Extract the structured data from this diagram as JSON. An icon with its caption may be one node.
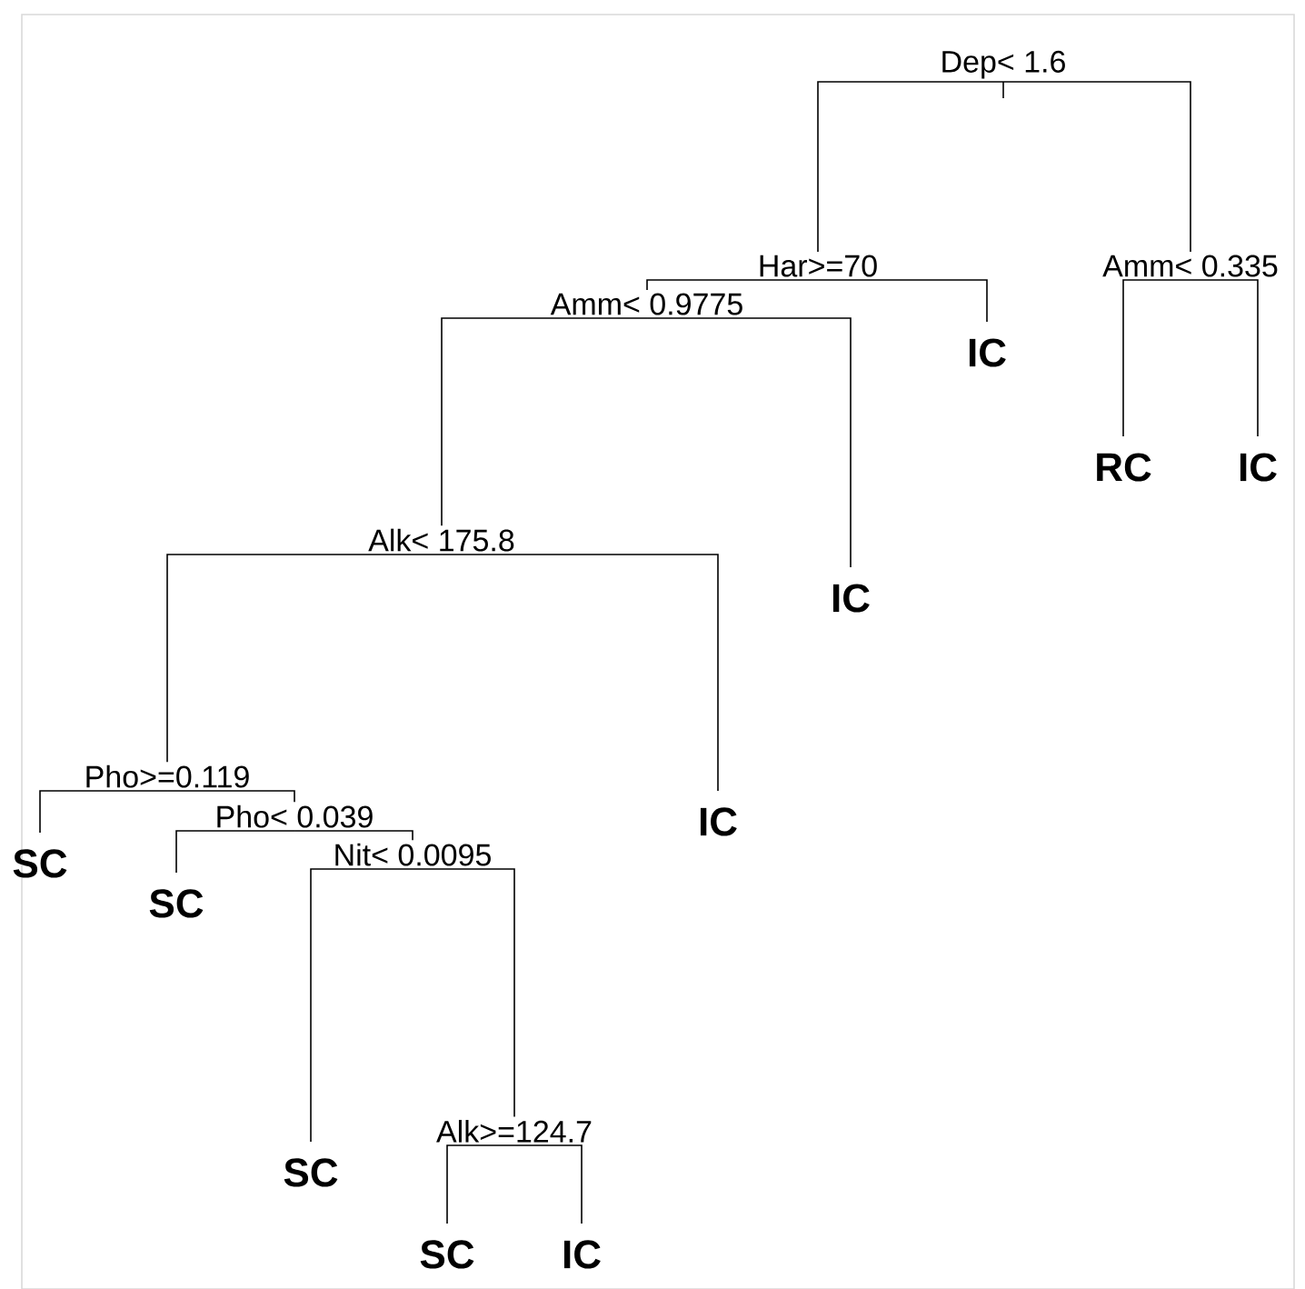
{
  "diagram": {
    "nodes": [
      {
        "text": [
          "Dep< 1.6"
        ]
      },
      {
        "text": [
          "Har>=70"
        ]
      },
      {
        "text": [
          "Amm< 0.9775"
        ]
      },
      {
        "text": [
          "Alk< 175.8"
        ]
      },
      {
        "text": [
          "Pho>=0.119"
        ]
      },
      {
        "text": [
          "SC"
        ]
      },
      {
        "text": [
          "Pho< 0.039"
        ]
      },
      {
        "text": [
          "SC"
        ]
      },
      {
        "text": [
          "Nit< 0.0095"
        ]
      },
      {
        "text": [
          "SC"
        ]
      },
      {
        "text": [
          "Alk>=124.7"
        ]
      },
      {
        "text": [
          "SC"
        ]
      },
      {
        "text": [
          "IC"
        ]
      },
      {
        "text": [
          "IC"
        ]
      },
      {
        "text": [
          "IC"
        ]
      },
      {
        "text": [
          "IC"
        ]
      },
      {
        "text": [
          "Amm< 0.335"
        ]
      },
      {
        "text": [
          "RC"
        ]
      },
      {
        "text": [
          "IC"
        ]
      }
    ],
    "edges": [
      {
        "from": 0,
        "to": 1,
        "arrow": "none"
      },
      {
        "from": 0,
        "to": 16,
        "arrow": "none"
      },
      {
        "from": 1,
        "to": 2,
        "arrow": "none"
      },
      {
        "from": 1,
        "to": 15,
        "arrow": "none"
      },
      {
        "from": 2,
        "to": 3,
        "arrow": "none"
      },
      {
        "from": 2,
        "to": 14,
        "arrow": "none"
      },
      {
        "from": 3,
        "to": 4,
        "arrow": "none"
      },
      {
        "from": 3,
        "to": 13,
        "arrow": "none"
      },
      {
        "from": 4,
        "to": 5,
        "arrow": "none"
      },
      {
        "from": 4,
        "to": 6,
        "arrow": "none"
      },
      {
        "from": 6,
        "to": 7,
        "arrow": "none"
      },
      {
        "from": 6,
        "to": 8,
        "arrow": "none"
      },
      {
        "from": 8,
        "to": 9,
        "arrow": "none"
      },
      {
        "from": 8,
        "to": 10,
        "arrow": "none"
      },
      {
        "from": 10,
        "to": 11,
        "arrow": "none"
      },
      {
        "from": 10,
        "to": 12,
        "arrow": "none"
      },
      {
        "from": 16,
        "to": 17,
        "arrow": "none"
      },
      {
        "from": 16,
        "to": 18,
        "arrow": "none"
      }
    ]
  }
}
